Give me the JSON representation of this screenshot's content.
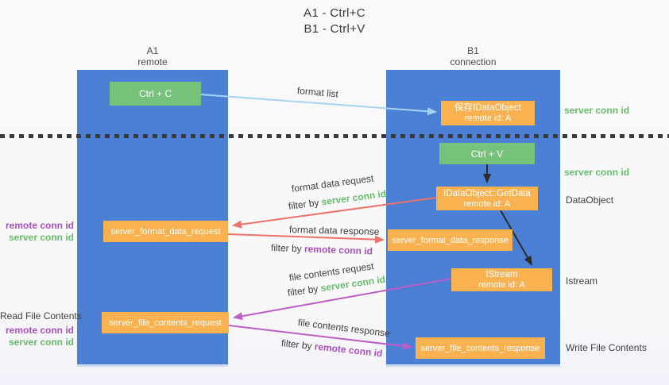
{
  "title": {
    "line1": "A1 - Ctrl+C",
    "line2": "B1 - Ctrl+V"
  },
  "columns": {
    "a": {
      "name": "A1",
      "role": "remote"
    },
    "b": {
      "name": "B1",
      "role": "connection"
    }
  },
  "nodes": {
    "ctrl_c": {
      "label": "Ctrl + C"
    },
    "ctrl_v": {
      "label": "Ctrl + V"
    },
    "save_dataobject": {
      "label": "保存IDataObject",
      "sub": "remote id: A"
    },
    "getdata": {
      "label": "IDataObject::GetData",
      "sub": "remote id: A"
    },
    "istream": {
      "label": "IStream",
      "sub": "remote id: A"
    },
    "format_request": {
      "label": "server_format_data_request"
    },
    "format_response": {
      "label": "server_format_data_response"
    },
    "file_request": {
      "label": "server_file_contents_request"
    },
    "file_response": {
      "label": "server_file_contents_response"
    }
  },
  "edges": {
    "format_list": {
      "label": "format list"
    },
    "format_request": {
      "label": "format data request",
      "filter_prefix": "filter by ",
      "filter_key": "server conn id"
    },
    "format_response": {
      "label": "format data response",
      "filter_prefix": "filter by ",
      "filter_key": "remote conn id"
    },
    "file_request": {
      "label": "file contents request",
      "filter_prefix": "filter by ",
      "filter_key": "server conn id"
    },
    "file_response": {
      "label": "file contents response",
      "filter_prefix": "filter by ",
      "filter_key": "remote conn id"
    }
  },
  "annotations": {
    "right": {
      "server_conn_id_1": "server conn id",
      "server_conn_id_2": "server conn id",
      "dataobject": "DataObject",
      "istream": "Istream",
      "write_file_contents": "Write File Contents"
    },
    "left": {
      "remote_conn_id_1": "remote conn id",
      "server_conn_id_1": "server conn id",
      "read_file_contents": "Read File Contents",
      "remote_conn_id_2": "remote conn id",
      "server_conn_id_2": "server conn id"
    }
  },
  "colors": {
    "column_blue": "#4c80d4",
    "node_green": "#76c27b",
    "node_orange": "#fab251",
    "arrow_red": "#ed726b",
    "arrow_magenta": "#bd5dc5",
    "arrow_lightblue": "#a5d3f2",
    "arrow_black": "#2b2b2b",
    "text_green": "#68bd6c",
    "text_purple": "#ab50c3",
    "text_dark": "#3f3f3f"
  }
}
